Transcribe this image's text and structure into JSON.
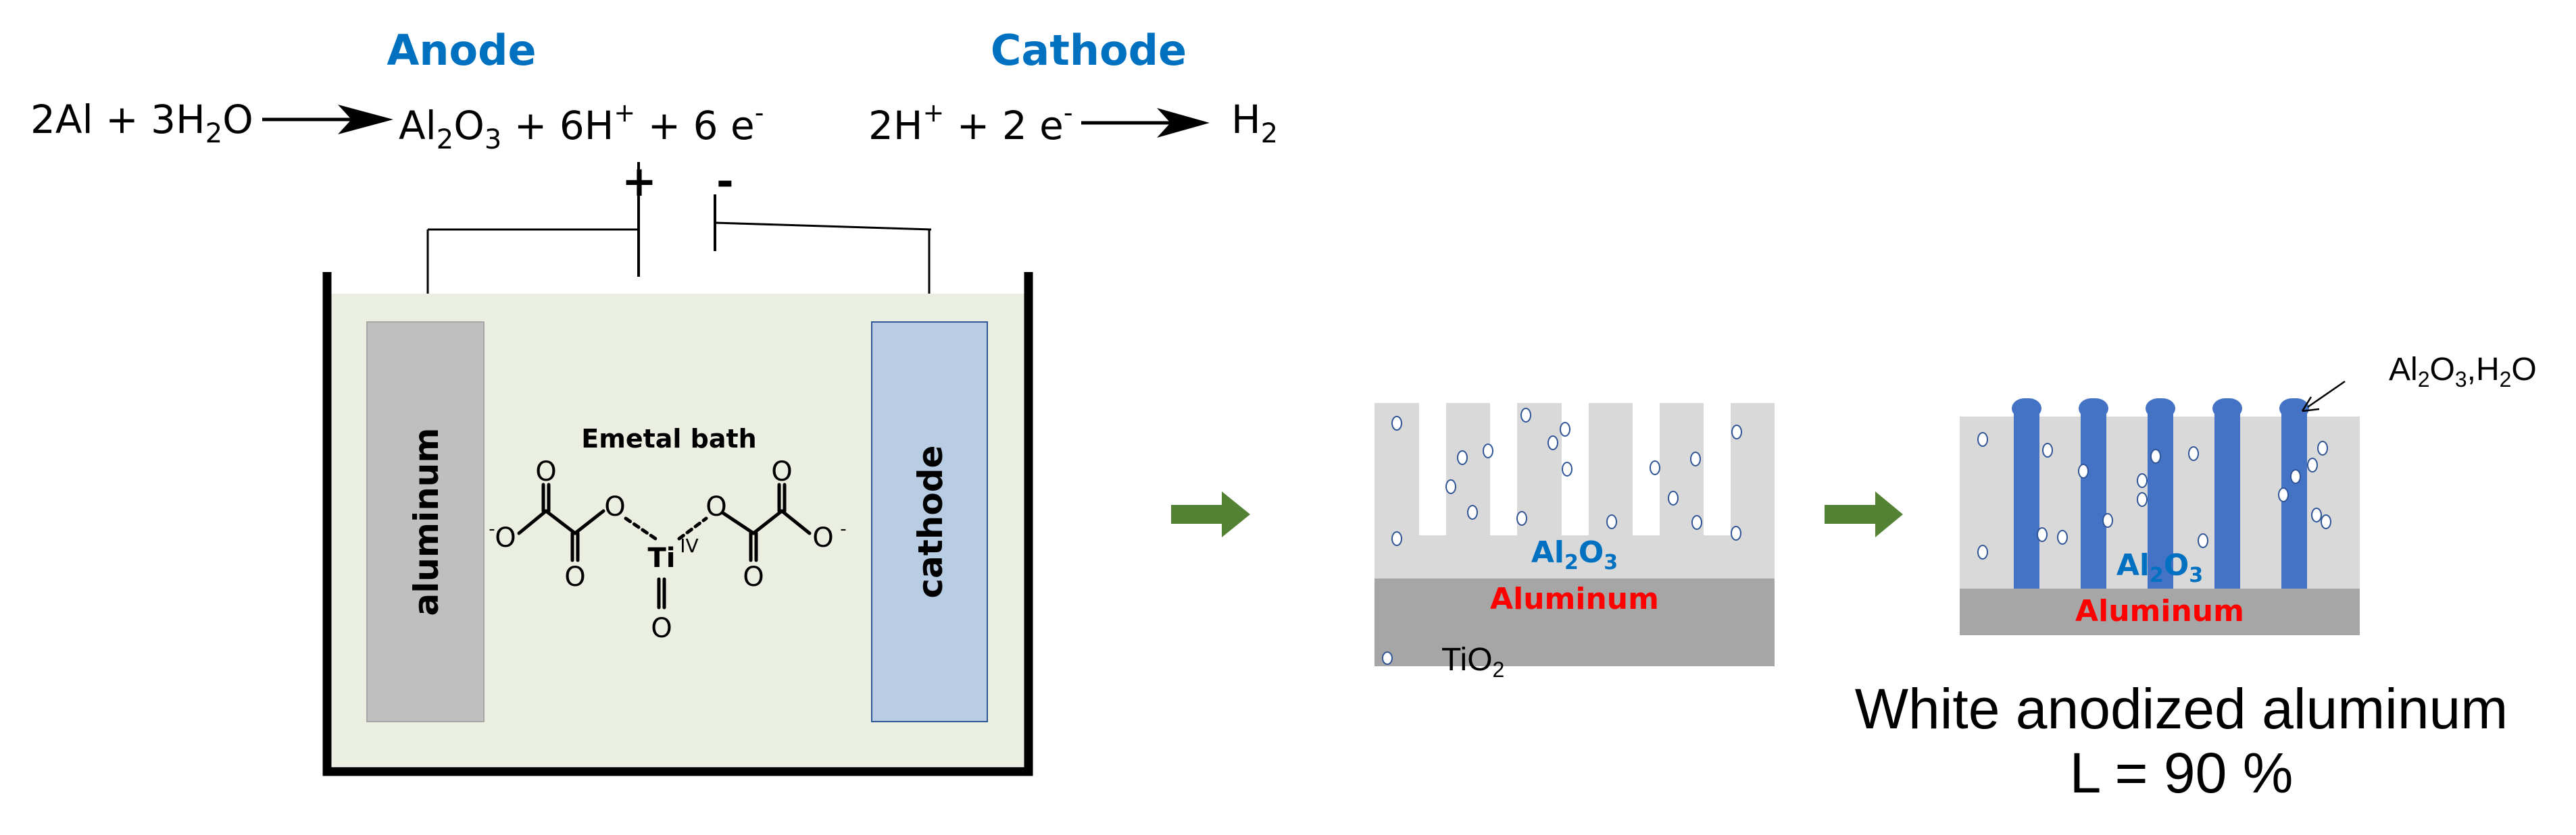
{
  "reactions": {
    "anode": {
      "title": "Anode",
      "equation": {
        "reactants": [
          "2Al",
          "+",
          "3H",
          "2",
          "O"
        ],
        "products_text": "Al₂O₃ + 6H⁺ + 6 e⁻",
        "parts": {
          "left": "2Al + 3H",
          "left_sub": "2",
          "left_end": "O",
          "p1": "Al",
          "p1_sub": "2",
          "p2": "O",
          "p2_sub": "3",
          "p3": " + 6H",
          "p3_sup": "+",
          "p4": " + 6 e",
          "p4_sup": "-"
        }
      }
    },
    "cathode": {
      "title": "Cathode",
      "equation": {
        "parts": {
          "l1": "2H",
          "l1_sup": "+",
          "l2": " + 2 e",
          "l2_sup": "-",
          "r1": "H",
          "r1_sub": "2"
        }
      }
    }
  },
  "power_supply": {
    "positive": "+",
    "negative": "-"
  },
  "cell": {
    "bath_label": "Emetal bath",
    "anode_electrode_label": "aluminum",
    "cathode_electrode_label": "cathode",
    "complex": {
      "metal": "Ti",
      "oxidation_state": "IV",
      "oxygen": "O",
      "charge_neg": "-"
    },
    "colors": {
      "bath": "#EBEFE1",
      "anode": "#BFBFBF",
      "cathode": "#B8CCE4",
      "wall": "#000000"
    }
  },
  "stage1": {
    "oxide_label": {
      "base": "Al",
      "sub1": "2",
      "mid": "O",
      "sub2": "3"
    },
    "metal_label": "Aluminum",
    "legend": {
      "symbol": "circle",
      "label_base": "TiO",
      "label_sub": "2"
    }
  },
  "stage2": {
    "oxide_label": {
      "base": "Al",
      "sub1": "2",
      "mid": "O",
      "sub2": "3"
    },
    "metal_label": "Aluminum",
    "callout": {
      "a": "Al",
      "a_sub": "2",
      "b": "O",
      "b_sub": "3",
      "c": ",H",
      "c_sub": "2",
      "d": "O"
    },
    "caption_line1": "White anodized aluminum",
    "caption_line2": "L = 90 %",
    "lightness_percent": 90
  },
  "process_arrows": [
    "arrow-1",
    "arrow-2"
  ],
  "colors": {
    "title_blue": "#0070C0",
    "label_red": "#FF0000",
    "oxide_gray": "#D9D9D9",
    "metal_gray": "#A6A6A6",
    "sealed_pore_blue": "#4472C4",
    "arrow_green": "#548235",
    "particle_stroke": "#2F5597"
  }
}
